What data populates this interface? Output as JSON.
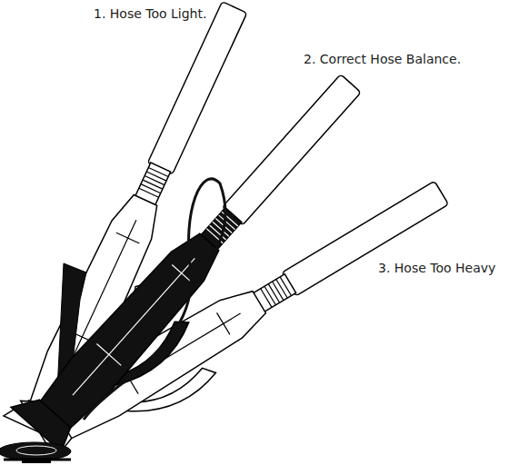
{
  "diagram": {
    "labels": [
      "1. Hose Too Light.",
      "2. Correct Hose Balance.",
      "3. Hose Too Heavy"
    ]
  }
}
